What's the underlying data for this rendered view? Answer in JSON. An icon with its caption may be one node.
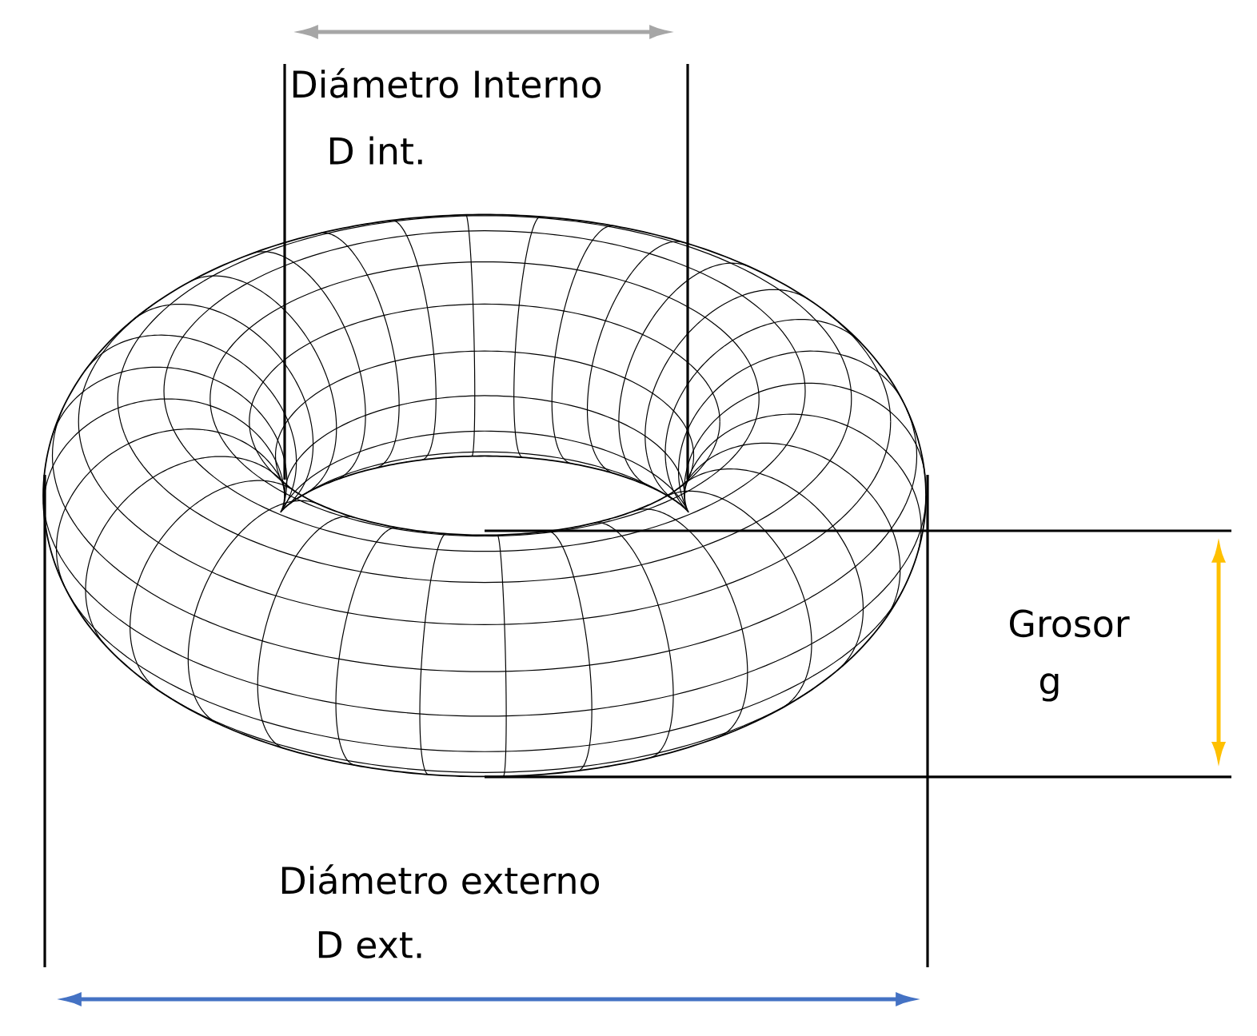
{
  "diagram": {
    "labels": [
      "Diámetro Interno",
      "D int.",
      "Grosor",
      "g",
      "Diámetro externo",
      "D ext."
    ]
  }
}
